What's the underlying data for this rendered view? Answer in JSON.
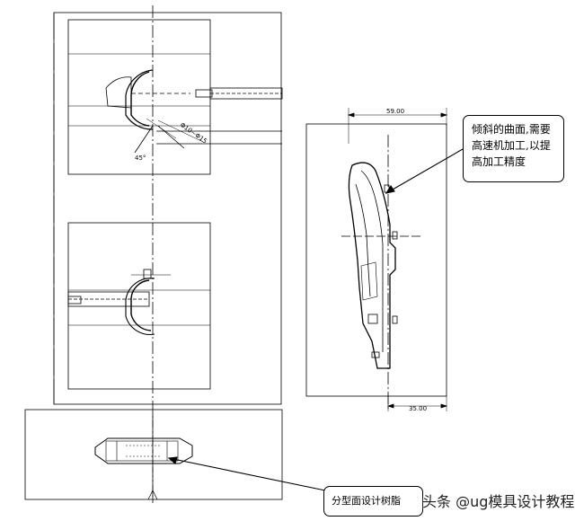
{
  "callouts": {
    "curved_surface_note": "倾斜的曲面,需要高速机加工,以提高加工精度",
    "parting_surface_note": "分型面设计树脂"
  },
  "dimensions": {
    "top_width": "59.00",
    "bottom_width": "35.00",
    "angle": "45°",
    "diameter": "Φ10~Φ15"
  },
  "watermark": "头条 @ug模具设计教程",
  "colors": {
    "line": "#000000",
    "paper": "#ffffff"
  }
}
